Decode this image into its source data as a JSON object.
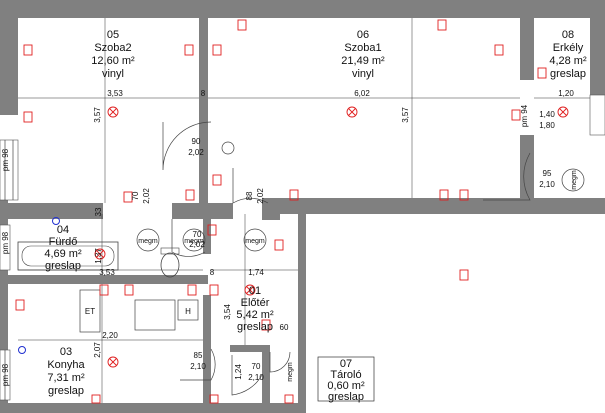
{
  "rooms": [
    {
      "id": "05",
      "name": "Szoba2",
      "area": "12,60 m²",
      "floor": "vinyl"
    },
    {
      "id": "06",
      "name": "Szoba1",
      "area": "21,49 m²",
      "floor": "vinyl"
    },
    {
      "id": "08",
      "name": "Erkély",
      "area": "4,28 m²",
      "floor": "greslap"
    },
    {
      "id": "04",
      "name": "Fürdő",
      "area": "4,69 m²",
      "floor": "greslap"
    },
    {
      "id": "01",
      "name": "Előtér",
      "area": "5,42 m²",
      "floor": "greslap"
    },
    {
      "id": "03",
      "name": "Konyha",
      "area": "7,31 m²",
      "floor": "greslap"
    },
    {
      "id": "07",
      "name": "Tároló",
      "area": "0,60 m²",
      "floor": "greslap"
    }
  ],
  "dimensions": {
    "d353a": "3,53",
    "d357a": "3,57",
    "d8a": "8",
    "d602": "6,02",
    "d357b": "3,57",
    "d120": "1,20",
    "d90": "90",
    "d202a": "2,02",
    "d95": "95",
    "d210a": "2,10",
    "d140": "1,40",
    "d180": "1,80",
    "d70a": "70",
    "d202b": "2,02",
    "d88": "88",
    "d202c": "2,02",
    "d33": "33",
    "d70b": "70",
    "d202d": "2,02",
    "d137": "1,37",
    "d353b": "3,53",
    "d8b": "8",
    "d174": "1,74",
    "d354": "3,54",
    "d60": "60",
    "d220": "2,20",
    "d207": "2,07",
    "d85": "85",
    "d210b": "2,10",
    "d70c": "70",
    "d210c": "2,10",
    "d124": "1,24",
    "pm98a": "pm 98",
    "pm98b": "pm 98",
    "pm98c": "pm 98",
    "pm94": "pm 94"
  },
  "fixtures": {
    "megm": "megm",
    "et": "ET",
    "h": "H"
  }
}
